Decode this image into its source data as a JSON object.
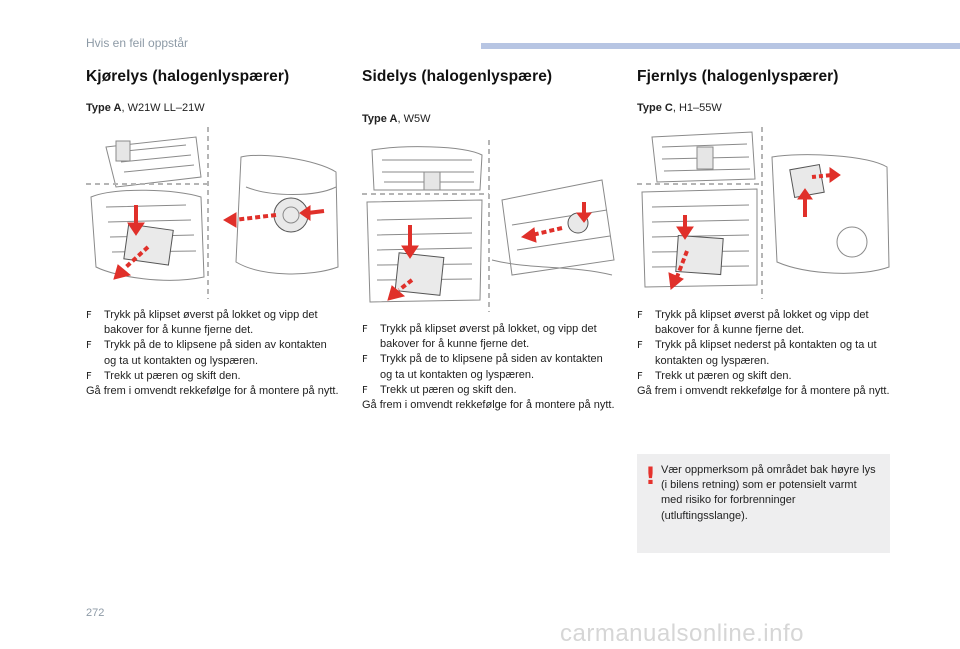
{
  "header": {
    "section_title": "Hvis en feil oppstår"
  },
  "columns": [
    {
      "title": "Kjørelys (halogenlyspærer)",
      "type_label": "Type A",
      "type_spec": ", W21W LL–21W",
      "bullets": [
        "Trykk på klipset øverst på lokket og vipp det bakover for å kunne fjerne det.",
        "Trykk på de to klipsene på siden av kontakten og ta ut kontakten og lyspæren.",
        "Trekk ut pæren og skift den."
      ],
      "closing": "Gå frem i omvendt rekkefølge for å montere på nytt."
    },
    {
      "title": "Sidelys (halogenlyspære)",
      "type_label": "Type A",
      "type_spec": ", W5W",
      "bullets": [
        "Trykk på klipset øverst på lokket, og vipp det bakover for å kunne fjerne det.",
        "Trykk på de to klipsene på siden av kontakten og ta ut kontakten og lyspæren.",
        "Trekk ut pæren og skift den."
      ],
      "closing": "Gå frem i omvendt rekkefølge for å montere på nytt."
    },
    {
      "title": "Fjernlys (halogenlyspærer)",
      "type_label": "Type C",
      "type_spec": ", H1–55W",
      "bullets": [
        "Trykk på klipset øverst på lokket og vipp det bakover for å kunne fjerne det.",
        "Trykk på klipset nederst på kontakten og ta ut kontakten og lyspæren.",
        "Trekk ut pæren og skift den."
      ],
      "closing": "Gå frem i omvendt rekkefølge for å montere på nytt."
    }
  ],
  "bullet_symbol": "F",
  "warning": {
    "icon": "!",
    "text": "Vær oppmerksom på området bak høyre lys (i bilens retning) som er potensielt varmt med risiko for forbrenninger (utluftingsslange)."
  },
  "footer": {
    "page_number": "272"
  },
  "watermark": "carmanualsonline.info",
  "colors": {
    "accent_arrow": "#e0302a",
    "header_bar": "#b7c5e3",
    "warning_bg": "#eeeeef"
  }
}
